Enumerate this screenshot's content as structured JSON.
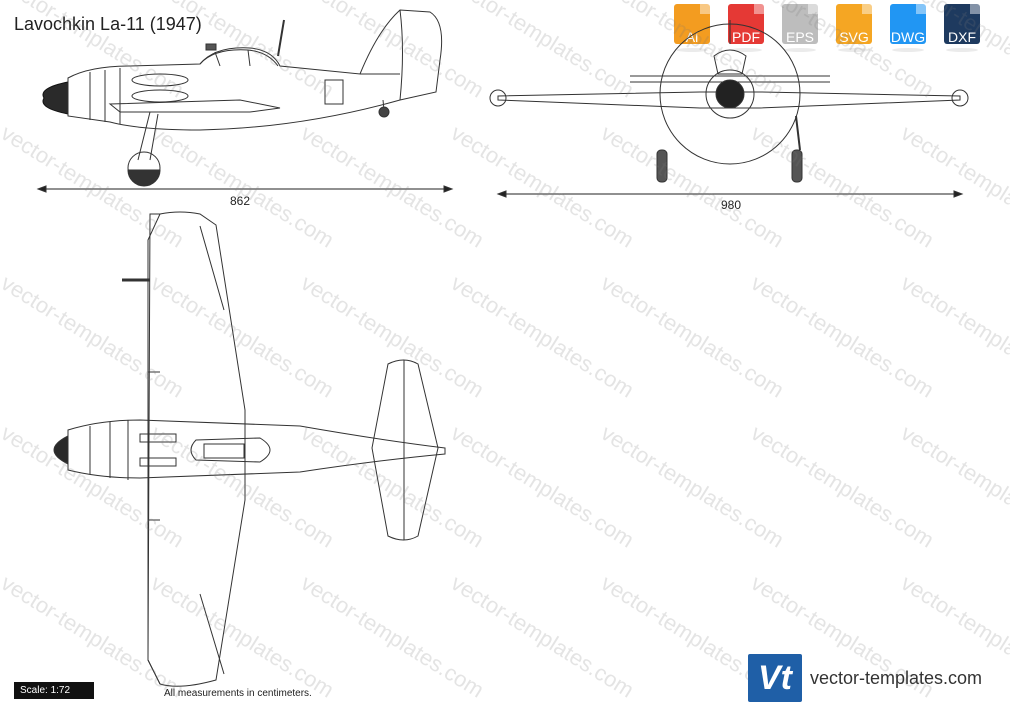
{
  "title": "Lavochkin La-11 (1947)",
  "formats": [
    {
      "label": "Ai",
      "color": "#f39c20"
    },
    {
      "label": "PDF",
      "color": "#e53935"
    },
    {
      "label": "EPS",
      "color": "#bdbdbd"
    },
    {
      "label": "SVG",
      "color": "#f5a623"
    },
    {
      "label": "DWG",
      "color": "#2196f3"
    },
    {
      "label": "DXF",
      "color": "#1e3a5f"
    }
  ],
  "dimensions": {
    "length": "862",
    "wingspan": "980"
  },
  "scale": "Scale: 1:72",
  "note": "All measurements in centimeters.",
  "brand": {
    "logo": "Vt",
    "url": "vector-templates.com"
  },
  "watermark": "vector-templates.com"
}
